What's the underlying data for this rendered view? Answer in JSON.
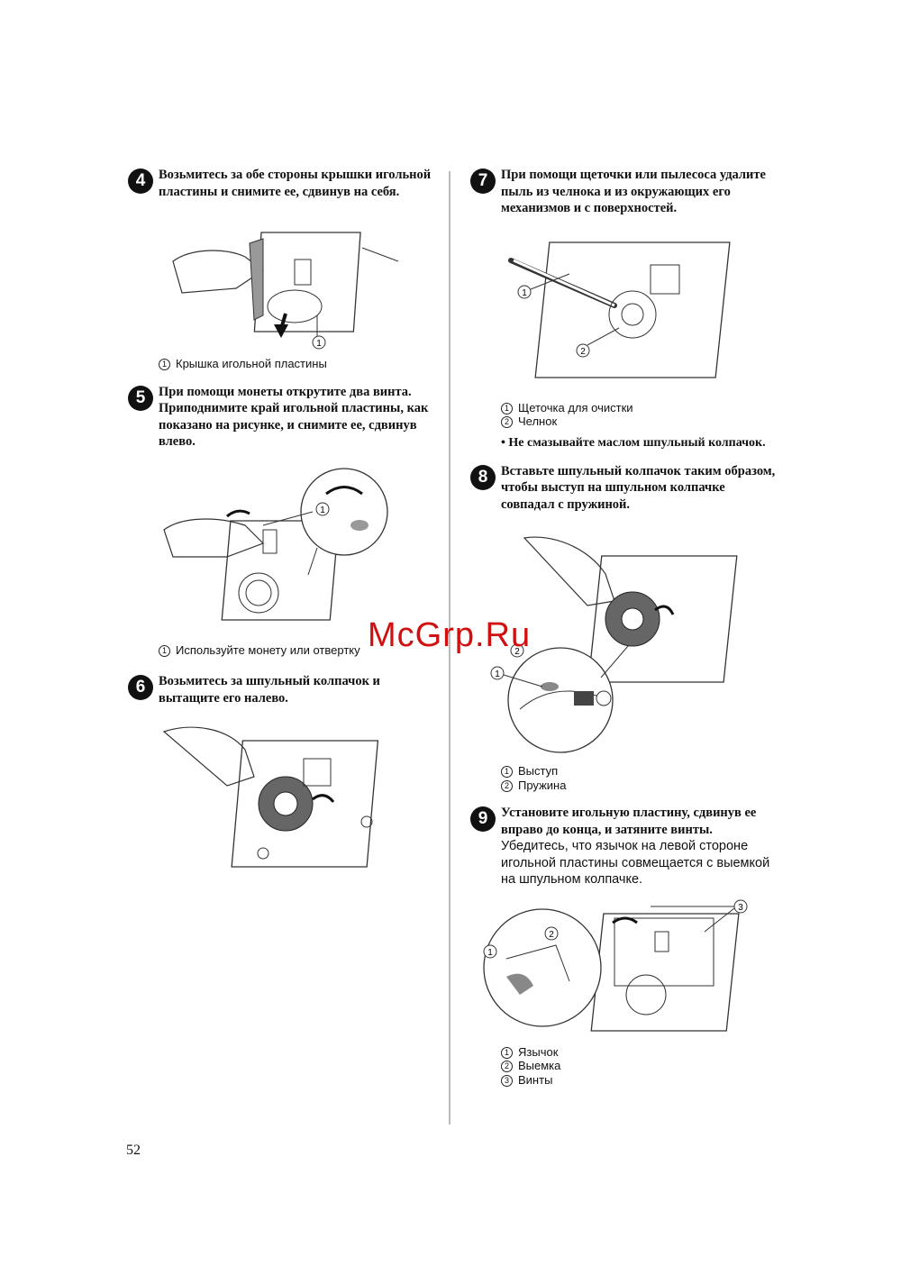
{
  "steps": {
    "s4": {
      "num": "4",
      "title": "Возьмитесь за обе стороны крышки игольной пластины и снимите ее, сдвинув на себя.",
      "legend": [
        {
          "n": "1",
          "text": "Крышка игольной пластины"
        }
      ]
    },
    "s5": {
      "num": "5",
      "title": "При помощи монеты открутите два винта. Приподнимите край игольной пластины, как показано на рисунке, и снимите ее, сдвинув влево.",
      "legend": [
        {
          "n": "1",
          "text": "Используйте монету или отвертку"
        }
      ]
    },
    "s6": {
      "num": "6",
      "title": "Возьмитесь за шпульный колпачок и вытащите его налево."
    },
    "s7": {
      "num": "7",
      "title": "При помощи щеточки или пылесоса удалите пыль из челнока и из окружающих его механизмов и с поверхностей.",
      "legend": [
        {
          "n": "1",
          "text": "Щеточка для очистки"
        },
        {
          "n": "2",
          "text": "Челнок"
        }
      ],
      "note": "• Не смазывайте маслом шпульный колпачок."
    },
    "s8": {
      "num": "8",
      "title": "Вставьте шпульный колпачок таким образом, чтобы выступ на шпульном колпачке совпадал с пружиной.",
      "legend": [
        {
          "n": "1",
          "text": "Выступ"
        },
        {
          "n": "2",
          "text": "Пружина"
        }
      ]
    },
    "s9": {
      "num": "9",
      "title": "Установите игольную пластину, сдвинув ее вправо до конца, и затяните винты.",
      "body": "Убедитесь, что язычок на левой стороне игольной пластины совмещается с выемкой на шпульном колпачке.",
      "legend": [
        {
          "n": "1",
          "text": "Язычок"
        },
        {
          "n": "2",
          "text": "Выемка"
        },
        {
          "n": "3",
          "text": "Винты"
        }
      ]
    }
  },
  "figure_callouts": [
    "1",
    "2",
    "3"
  ],
  "page_number": "52",
  "watermark": "McGrp.Ru"
}
